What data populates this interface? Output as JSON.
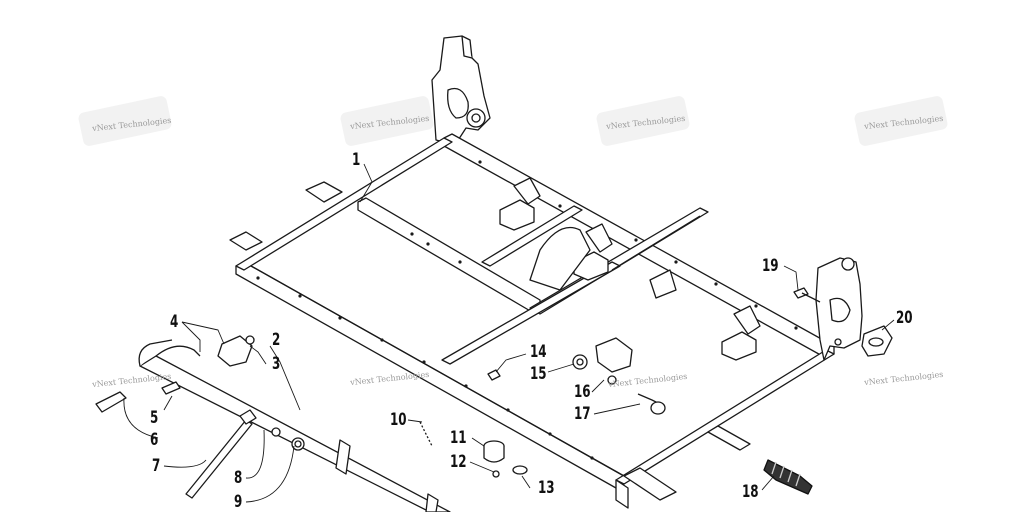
{
  "watermark": {
    "text": "vNext Technologies",
    "color": "#9a9a9a"
  },
  "callouts": [
    {
      "id": "1",
      "label": "1"
    },
    {
      "id": "2",
      "label": "2"
    },
    {
      "id": "3",
      "label": "3"
    },
    {
      "id": "4",
      "label": "4"
    },
    {
      "id": "5",
      "label": "5"
    },
    {
      "id": "6",
      "label": "6"
    },
    {
      "id": "7",
      "label": "7"
    },
    {
      "id": "8",
      "label": "8"
    },
    {
      "id": "9",
      "label": "9"
    },
    {
      "id": "10",
      "label": "10"
    },
    {
      "id": "11",
      "label": "11"
    },
    {
      "id": "12",
      "label": "12"
    },
    {
      "id": "13",
      "label": "13"
    },
    {
      "id": "14",
      "label": "14"
    },
    {
      "id": "15",
      "label": "15"
    },
    {
      "id": "16",
      "label": "16"
    },
    {
      "id": "17",
      "label": "17"
    },
    {
      "id": "18",
      "label": "18"
    },
    {
      "id": "19",
      "label": "19"
    },
    {
      "id": "20",
      "label": "20"
    }
  ],
  "colors": {
    "line": "#1a1a1a",
    "fill": "#ffffff",
    "dark": "#333333"
  }
}
